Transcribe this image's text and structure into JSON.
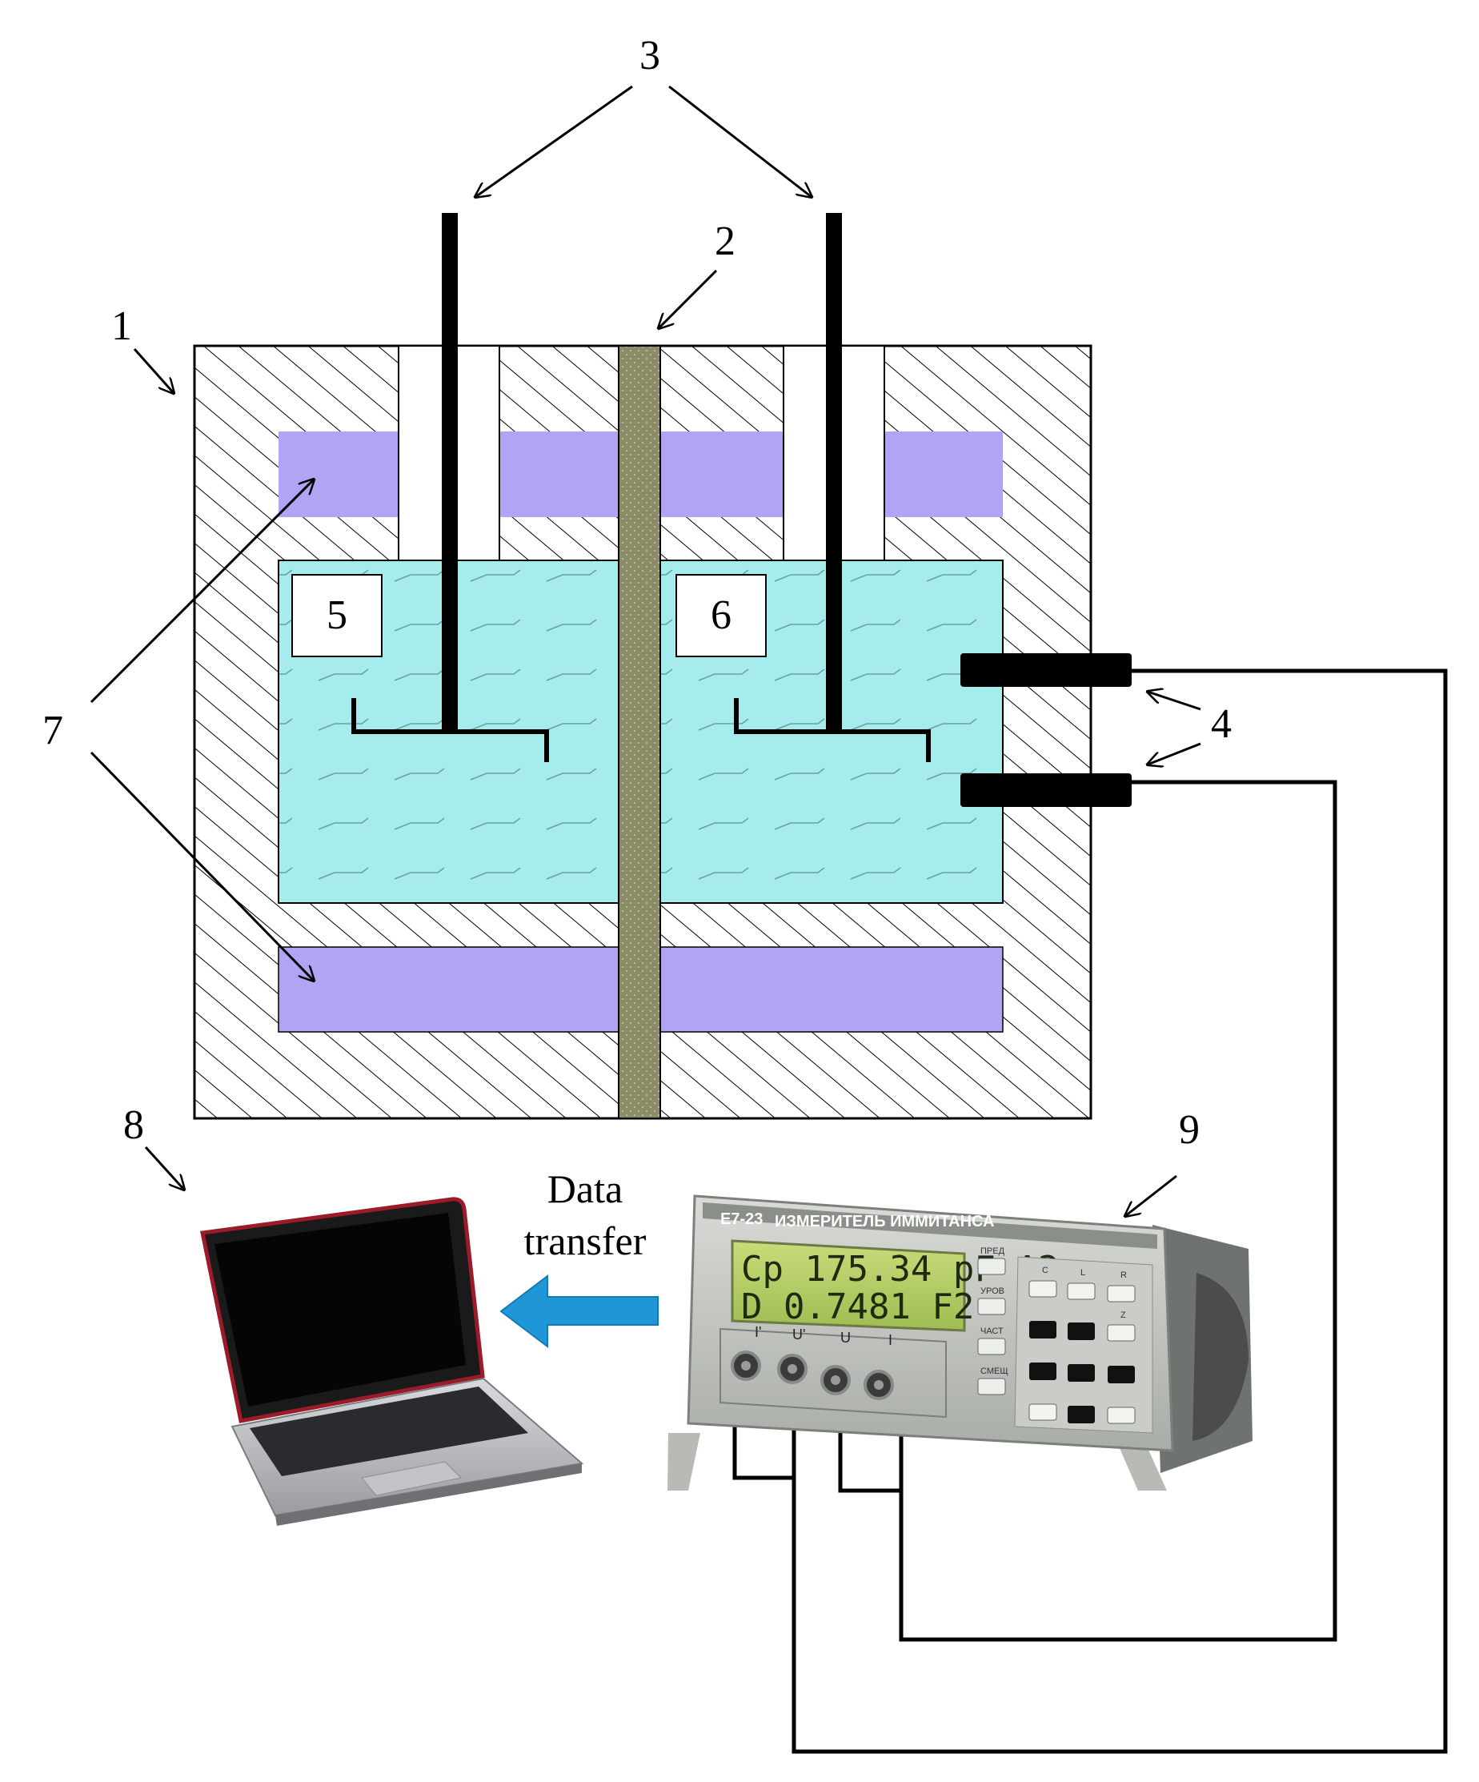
{
  "labels": {
    "housing": "1",
    "membrane": "2",
    "electrodes": "3",
    "conductivity_sensors": "4",
    "chamber_left": "5",
    "chamber_right": "6",
    "thermostat_jackets": "7",
    "laptop": "8",
    "meter": "9"
  },
  "transfer_label": {
    "line1": "Data",
    "line2": "transfer"
  },
  "meter": {
    "brand": "E7-23",
    "title": "ИЗМЕРИТЕЛЬ ИММИТАНСА",
    "display_line1": "Cp 175.34 pF A2",
    "display_line2": "D  0.7481    F2",
    "connectors": [
      "I'",
      "U'",
      "U",
      "I"
    ],
    "side_keys": [
      "ПРЕД",
      "УРОВ",
      "ЧАСТ",
      "СМЕЩ"
    ],
    "key_row_labels": [
      "C",
      "L",
      "R",
      "Z"
    ]
  },
  "colors": {
    "solution": "#a6ecec",
    "jacket": "#b3a3f5",
    "membrane": "#8c8c68",
    "arrow_blue": "#1f97d6",
    "hatch": "#000000"
  }
}
